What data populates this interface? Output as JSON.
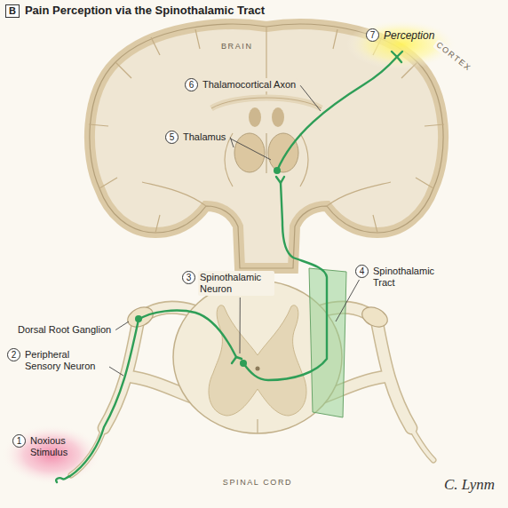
{
  "diagram": {
    "title": "Pain Perception via the Spinothalamic Tract",
    "nodes": [
      {
        "text": [
          "B"
        ]
      },
      {
        "text": [
          "1",
          "Noxious Stimulus"
        ]
      },
      {
        "text": [
          "2",
          "Peripheral Sensory Neuron"
        ]
      },
      {
        "text": [
          "3",
          "Spinothalamic Neuron"
        ]
      },
      {
        "text": [
          "4",
          "Spinothalamic Tract"
        ]
      },
      {
        "text": [
          "5",
          "Thalamus"
        ]
      },
      {
        "text": [
          "6",
          "Thalamocortical Axon"
        ]
      },
      {
        "text": [
          "7",
          "Perception"
        ]
      }
    ],
    "labels": [
      "BRAIN",
      "CORTEX",
      "Dorsal Root Ganglion",
      "SPINAL CORD",
      "C. Lynm"
    ]
  }
}
